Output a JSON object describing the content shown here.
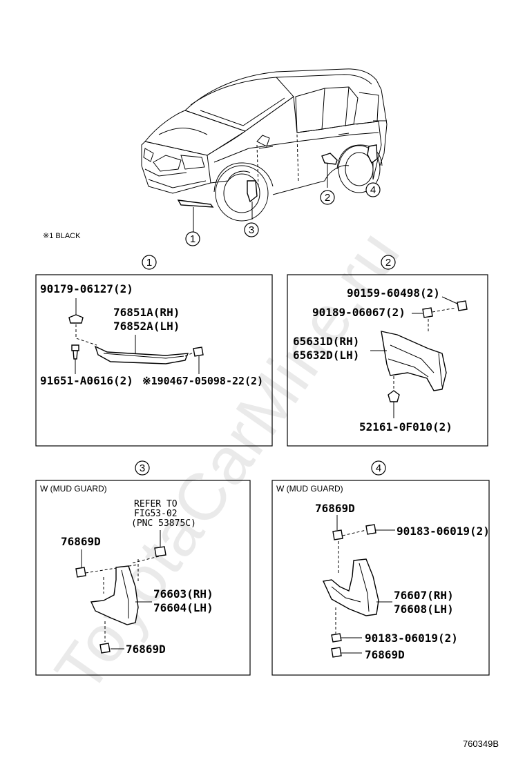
{
  "watermark": "ToyotaCarMine.ru",
  "figure_id": "760349B",
  "overview": {
    "note": "※1  BLACK",
    "callouts": [
      "1",
      "2",
      "3",
      "4"
    ]
  },
  "panel1": {
    "number": "1",
    "labels": {
      "clip_top": "90179-06127(2)",
      "part_rh": "76851A(RH)",
      "part_lh": "76852A(LH)",
      "screw": "91651-A0616(2)",
      "nut": "※190467-05098-22(2)"
    }
  },
  "panel2": {
    "number": "2",
    "labels": {
      "nut_a": "90159-60498(2)",
      "nut_b": "90189-06067(2)",
      "part_rh": "65631D(RH)",
      "part_lh": "65632D(LH)",
      "clip": "52161-0F010(2)"
    }
  },
  "panel3": {
    "number": "3",
    "header": "W (MUD GUARD)",
    "refer": [
      "REFER TO",
      "FIG53-02",
      "(PNC 53875C)"
    ],
    "labels": {
      "screw_top": "76869D",
      "part_rh": "76603(RH)",
      "part_lh": "76604(LH)",
      "screw_bottom": "76869D"
    }
  },
  "panel4": {
    "number": "4",
    "header": "W (MUD GUARD)",
    "labels": {
      "screw_top": "76869D",
      "nut_top": "90183-06019(2)",
      "part_rh": "76607(RH)",
      "part_lh": "76608(LH)",
      "nut_bottom": "90183-06019(2)",
      "screw_bottom": "76869D"
    }
  }
}
